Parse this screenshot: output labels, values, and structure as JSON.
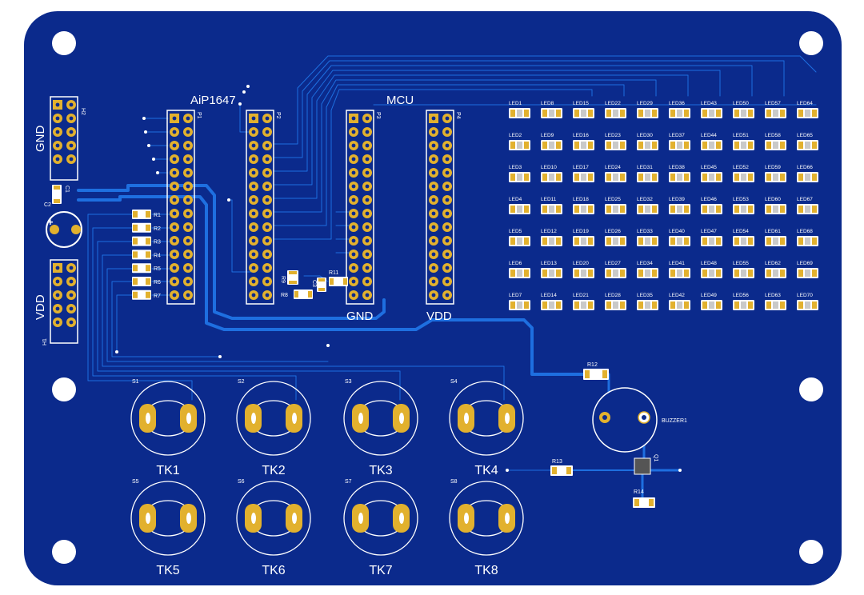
{
  "board": {
    "colors": {
      "board": "#0b2a8c",
      "trace": "#1e6fe0",
      "silk": "#ffffff",
      "pad": "#e2b12e",
      "hole": "#ffffff",
      "smd_body": "#c9c9c9"
    }
  },
  "headers": {
    "h2": {
      "ref": "H2",
      "net": "GND"
    },
    "h1": {
      "ref": "H1",
      "net": "VDD"
    },
    "p1": {
      "ref": "P1",
      "title": "AiP1647"
    },
    "p2": {
      "ref": "P2"
    },
    "p3": {
      "ref": "P3",
      "title": "MCU",
      "net": "GND"
    },
    "p4": {
      "ref": "P4",
      "net": "VDD"
    }
  },
  "capacitors": {
    "c1": "C1",
    "c2": "C2",
    "c3": "C3",
    "c2_polarity": "+"
  },
  "resistors_left": [
    "R1",
    "R2",
    "R3",
    "R4",
    "R5",
    "R6",
    "R7"
  ],
  "resistors_center": {
    "r8": "R8",
    "r9": "R9",
    "r11": "R11"
  },
  "resistors_right": {
    "r12": "R12",
    "r13": "R13",
    "r14": "R14"
  },
  "transistor": {
    "ref": "Q1"
  },
  "buzzer": {
    "ref": "BUZZER1"
  },
  "touch_keys": [
    {
      "ref": "S1",
      "label": "TK1"
    },
    {
      "ref": "S2",
      "label": "TK2"
    },
    {
      "ref": "S3",
      "label": "TK3"
    },
    {
      "ref": "S4",
      "label": "TK4"
    },
    {
      "ref": "S5",
      "label": "TK5"
    },
    {
      "ref": "S6",
      "label": "TK6"
    },
    {
      "ref": "S7",
      "label": "TK7"
    },
    {
      "ref": "S8",
      "label": "TK8"
    }
  ],
  "led_columns": [
    [
      "LED1",
      "LED2",
      "LED3",
      "LED4",
      "LED5",
      "LED6",
      "LED7"
    ],
    [
      "LED8",
      "LED9",
      "LED10",
      "LED11",
      "LED12",
      "LED13",
      "LED14"
    ],
    [
      "LED15",
      "LED16",
      "LED17",
      "LED18",
      "LED19",
      "LED20",
      "LED21"
    ],
    [
      "LED22",
      "LED23",
      "LED24",
      "LED25",
      "LED26",
      "LED27",
      "LED28"
    ],
    [
      "LED29",
      "LED30",
      "LED31",
      "LED32",
      "LED33",
      "LED34",
      "LED35"
    ],
    [
      "LED36",
      "LED37",
      "LED38",
      "LED39",
      "LED40",
      "LED41",
      "LED42"
    ],
    [
      "LED43",
      "LED44",
      "LED45",
      "LED46",
      "LED47",
      "LED48",
      "LED49"
    ],
    [
      "LED50",
      "LED51",
      "LED52",
      "LED53",
      "LED54",
      "LED55",
      "LED56"
    ],
    [
      "LED57",
      "LED58",
      "LED59",
      "LED60",
      "LED61",
      "LED62",
      "LED63"
    ],
    [
      "LED64",
      "LED65",
      "LED66",
      "LED67",
      "LED68",
      "LED69",
      "LED70"
    ]
  ]
}
